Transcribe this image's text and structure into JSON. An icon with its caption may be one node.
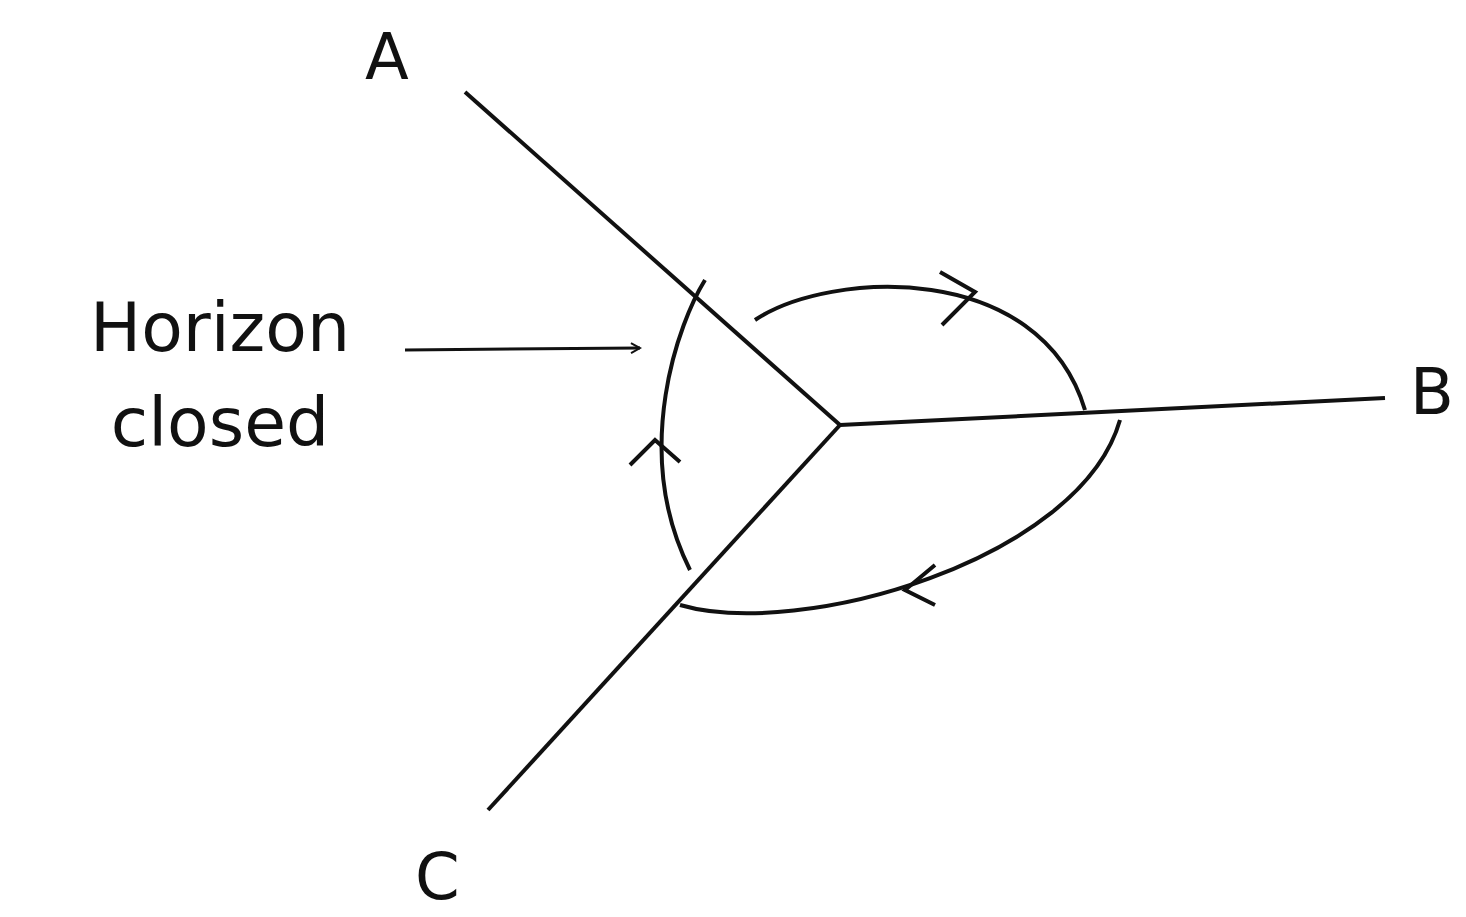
{
  "diagram": {
    "nodes": [
      {
        "text": [
          "Horizon closed"
        ]
      },
      {
        "text": [],
        "shape": "loop"
      }
    ],
    "edges": [
      {
        "from": 0,
        "to": 1,
        "arrow": "to"
      }
    ],
    "labels": [
      "A",
      "B",
      "C"
    ]
  }
}
